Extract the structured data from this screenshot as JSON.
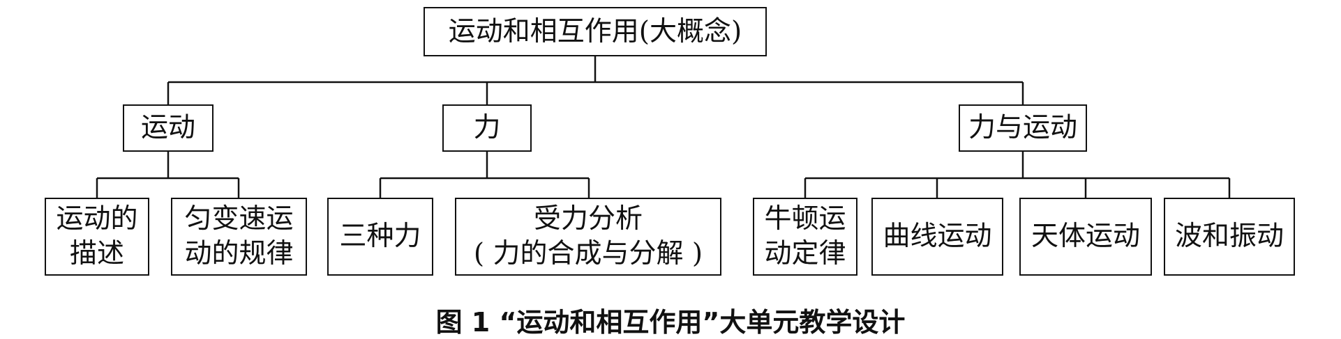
{
  "diagram": {
    "root": "运动和相互作用(大概念)",
    "branches": [
      {
        "label": "运动",
        "children": [
          [
            "运动的",
            "描述"
          ],
          [
            "匀变速运",
            "动的规律"
          ]
        ]
      },
      {
        "label": "力",
        "children": [
          [
            "三种力"
          ],
          [
            "受力分析",
            "( 力的合成与分解 )"
          ]
        ]
      },
      {
        "label": "力与运动",
        "children": [
          [
            "牛顿运",
            "动定律"
          ],
          [
            "曲线运动"
          ],
          [
            "天体运动"
          ],
          [
            "波和振动"
          ]
        ]
      }
    ]
  },
  "caption": "图 1  “运动和相互作用”大单元教学设计"
}
